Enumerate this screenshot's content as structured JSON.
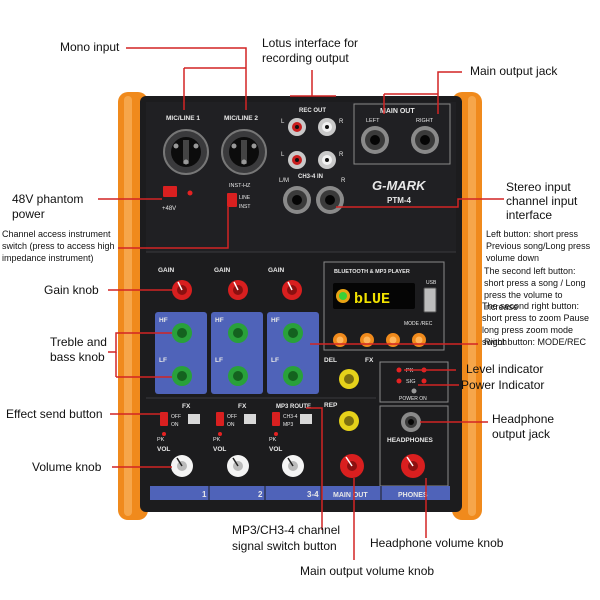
{
  "brand": "G-MARK",
  "model": "PTM-4",
  "bt_label": "BLUETOOTH & MP3 PLAYER",
  "display_text": "bLUE",
  "colors": {
    "orange": "#f08a1c",
    "panel": "#1c1c1e",
    "red_line": "#d22424",
    "blue_strip": "#4f63b9",
    "knob_red": "#d91f1f",
    "knob_green": "#29a13a",
    "knob_yellow": "#e6d21a"
  },
  "silk": {
    "mic_line_1": "MIC/LINE 1",
    "mic_line_2": "MIC/LINE 2",
    "rec_out": "REC OUT",
    "ch34_in": "CH3-4 IN",
    "main_out": "MAIN OUT",
    "left": "LEFT",
    "right": "RIGHT",
    "inst_hz": "INST-HZ",
    "line": "LINE",
    "inst": "INST",
    "plus48v": "+48V",
    "gain": "GAIN",
    "hf": "HF",
    "lf": "LF",
    "fx": "FX",
    "off": "OFF",
    "on": "ON",
    "mp3_route": "MP3 ROUTE",
    "ch34": "CH3-4",
    "mp3": "MP3",
    "pk": "PK",
    "vol": "VOL",
    "del": "DEL",
    "rep": "REP",
    "pk2": "PK",
    "sig": "SIG",
    "power_on": "POWER ON",
    "headphones": "HEADPHONES",
    "mode_rec": "MODE /REC",
    "usb": "USB",
    "ch1": "1",
    "ch2": "2",
    "ch34_label": "3-4",
    "main_out_strip": "MAIN OUT",
    "phones": "PHONES",
    "l": "L",
    "r": "R",
    "lm": "L/M"
  },
  "callouts": {
    "mono_input": "Mono input",
    "lotus": "Lotus interface for recording output",
    "main_output_jack": "Main output jack",
    "phantom": "48V phantom power",
    "stereo_input": "Stereo input channel input interface",
    "channel_access": "Channel access instrument switch (press to access high impedance instrument)",
    "left_button": "Left button: short press Previous song/Long press volume down",
    "second_left": "The second left button: short press a song / Long press the volume to increase",
    "second_right": "The second right button: short press to zoom Pause long press zoom mode switch",
    "right_button": "Right button: MODE/REC",
    "gain_knob": "Gain knob",
    "treble_bass": "Treble and bass knob",
    "level_indicator": "Level indicator",
    "power_indicator": "Power Indicator",
    "effect_send": "Effect send button",
    "headphone_jack": "Headphone output jack",
    "volume_knob": "Volume knob",
    "mp3_switch": "MP3/CH3-4 channel signal switch button",
    "headphone_volume": "Headphone volume knob",
    "main_volume": "Main output volume knob"
  }
}
